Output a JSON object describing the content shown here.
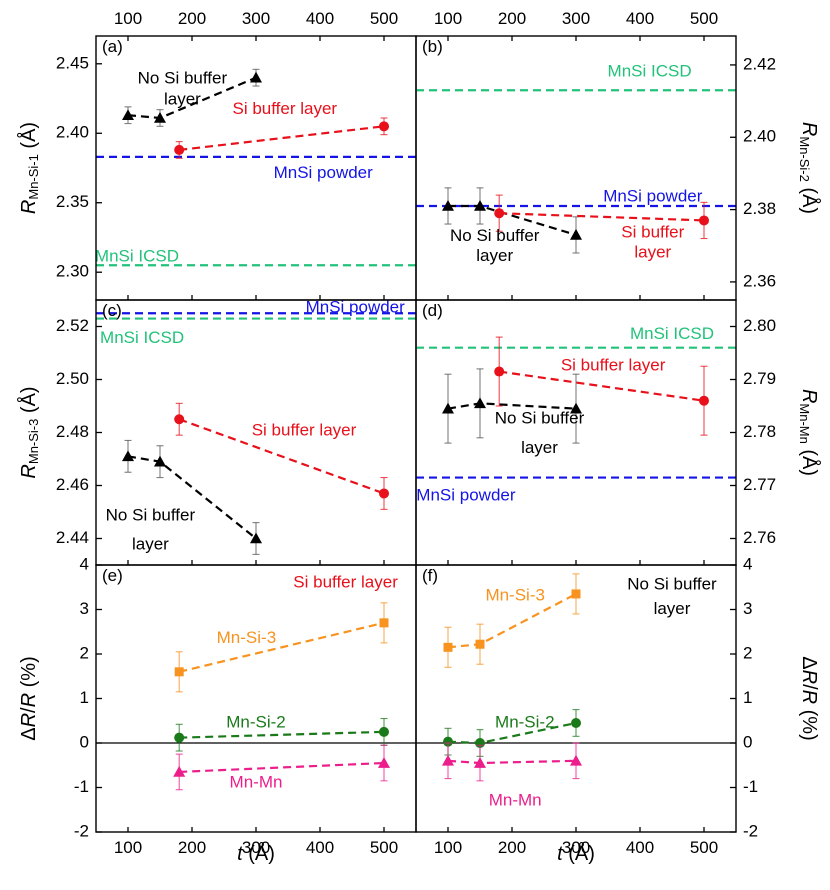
{
  "figure": {
    "top_tick_labels": [
      "100",
      "200",
      "300",
      "400",
      "500"
    ],
    "xlabel_left": "t (Å)",
    "xlabel_right": "t (Å)"
  },
  "colors": {
    "no_buffer": "#000000",
    "si_buffer": "#e8101a",
    "mnsi_powder": "#1414e6",
    "mnsi_icsd": "#22c27a",
    "mn_si_3": "#f7931e",
    "mn_si_2": "#1a7a1a",
    "mn_mn": "#ec1e8c"
  },
  "chart_data": [
    {
      "id": "a",
      "panel_label": "(a)",
      "type": "scatter",
      "ylabel_main": "R",
      "ylabel_sub": "Mn-Si-1",
      "ylabel_unit": "(Å)",
      "xlim": [
        50,
        550
      ],
      "ylim": [
        2.28,
        2.47
      ],
      "yticks": [
        2.3,
        2.35,
        2.4,
        2.45
      ],
      "ytick_labels": [
        "2.30",
        "2.35",
        "2.40",
        "2.45"
      ],
      "hlines": [
        {
          "name": "MnSi powder",
          "y": 2.383,
          "color": "#1414e6"
        },
        {
          "name": "MnSi ICSD",
          "y": 2.305,
          "color": "#22c27a"
        }
      ],
      "series": [
        {
          "name": "No Si buffer layer",
          "marker": "triangle",
          "color": "#000000",
          "x": [
            100,
            150,
            300
          ],
          "y": [
            2.413,
            2.411,
            2.44
          ],
          "err": [
            0.006,
            0.006,
            0.006
          ]
        },
        {
          "name": "Si buffer layer",
          "marker": "circle",
          "color": "#e8101a",
          "x": [
            180,
            500
          ],
          "y": [
            2.388,
            2.405
          ],
          "err": [
            0.006,
            0.006
          ]
        }
      ],
      "annotations": [
        {
          "text": "No Si buffer",
          "color": "#000000",
          "x": 185,
          "y": 2.439
        },
        {
          "text": "layer",
          "color": "#000000",
          "x": 185,
          "y": 2.424
        },
        {
          "text": "Si buffer layer",
          "color": "#e8101a",
          "x": 345,
          "y": 2.417
        },
        {
          "text": "MnSi powder",
          "color": "#1414e6",
          "x": 405,
          "y": 2.371
        },
        {
          "text": "MnSi ICSD",
          "color": "#22c27a",
          "x": 114,
          "y": 2.311
        }
      ]
    },
    {
      "id": "b",
      "panel_label": "(b)",
      "type": "scatter",
      "ylabel_main": "R",
      "ylabel_sub": "Mn-Si-2",
      "ylabel_unit": "(Å)",
      "xlim": [
        50,
        550
      ],
      "ylim": [
        2.355,
        2.428
      ],
      "yticks": [
        2.36,
        2.38,
        2.4,
        2.42
      ],
      "ytick_labels": [
        "2.36",
        "2.38",
        "2.40",
        "2.42"
      ],
      "hlines": [
        {
          "name": "MnSi powder",
          "y": 2.381,
          "color": "#1414e6"
        },
        {
          "name": "MnSi ICSD",
          "y": 2.413,
          "color": "#22c27a"
        }
      ],
      "series": [
        {
          "name": "No Si buffer layer",
          "marker": "triangle",
          "color": "#000000",
          "x": [
            100,
            150,
            300
          ],
          "y": [
            2.381,
            2.381,
            2.373
          ],
          "err": [
            0.005,
            0.005,
            0.005
          ]
        },
        {
          "name": "Si buffer layer",
          "marker": "circle",
          "color": "#e8101a",
          "x": [
            180,
            500
          ],
          "y": [
            2.379,
            2.377
          ],
          "err": [
            0.005,
            0.005
          ]
        }
      ],
      "annotations": [
        {
          "text": "MnSi ICSD",
          "color": "#22c27a",
          "x": 415,
          "y": 2.418
        },
        {
          "text": "MnSi powder",
          "color": "#1414e6",
          "x": 420,
          "y": 2.3835
        },
        {
          "text": "No Si buffer",
          "color": "#000000",
          "x": 173,
          "y": 2.3725
        },
        {
          "text": "layer",
          "color": "#000000",
          "x": 173,
          "y": 2.367
        },
        {
          "text": "Si buffer",
          "color": "#e8101a",
          "x": 420,
          "y": 2.3735
        },
        {
          "text": "layer",
          "color": "#e8101a",
          "x": 420,
          "y": 2.368
        }
      ]
    },
    {
      "id": "c",
      "panel_label": "(c)",
      "type": "scatter",
      "ylabel_main": "R",
      "ylabel_sub": "Mn-Si-3",
      "ylabel_unit": "(Å)",
      "xlim": [
        50,
        550
      ],
      "ylim": [
        2.43,
        2.53
      ],
      "yticks": [
        2.44,
        2.46,
        2.48,
        2.5,
        2.52
      ],
      "ytick_labels": [
        "2.44",
        "2.46",
        "2.48",
        "2.50",
        "2.52"
      ],
      "hlines": [
        {
          "name": "MnSi powder",
          "y": 2.525,
          "color": "#1414e6"
        },
        {
          "name": "MnSi ICSD",
          "y": 2.523,
          "color": "#22c27a"
        }
      ],
      "series": [
        {
          "name": "No Si buffer layer",
          "marker": "triangle",
          "color": "#000000",
          "x": [
            100,
            150,
            300
          ],
          "y": [
            2.471,
            2.469,
            2.44
          ],
          "err": [
            0.006,
            0.006,
            0.006
          ]
        },
        {
          "name": "Si buffer layer",
          "marker": "circle",
          "color": "#e8101a",
          "x": [
            180,
            500
          ],
          "y": [
            2.485,
            2.457
          ],
          "err": [
            0.006,
            0.006
          ]
        }
      ],
      "annotations": [
        {
          "text": "MnSi powder",
          "color": "#1414e6",
          "x": 455,
          "y": 2.527
        },
        {
          "text": "MnSi ICSD",
          "color": "#22c27a",
          "x": 122,
          "y": 2.5155
        },
        {
          "text": "Si buffer layer",
          "color": "#e8101a",
          "x": 375,
          "y": 2.4805
        },
        {
          "text": "No Si buffer",
          "color": "#000000",
          "x": 135,
          "y": 2.4485
        },
        {
          "text": "layer",
          "color": "#000000",
          "x": 135,
          "y": 2.4375
        }
      ]
    },
    {
      "id": "d",
      "panel_label": "(d)",
      "type": "scatter",
      "ylabel_main": "R",
      "ylabel_sub": "Mn-Mn",
      "ylabel_unit": "(Å)",
      "xlim": [
        50,
        550
      ],
      "ylim": [
        2.755,
        2.805
      ],
      "yticks": [
        2.76,
        2.77,
        2.78,
        2.79,
        2.8
      ],
      "ytick_labels": [
        "2.76",
        "2.77",
        "2.78",
        "2.79",
        "2.80"
      ],
      "hlines": [
        {
          "name": "MnSi powder",
          "y": 2.7715,
          "color": "#1414e6"
        },
        {
          "name": "MnSi ICSD",
          "y": 2.796,
          "color": "#22c27a"
        }
      ],
      "series": [
        {
          "name": "No Si buffer layer",
          "marker": "triangle",
          "color": "#000000",
          "x": [
            100,
            150,
            300
          ],
          "y": [
            2.7845,
            2.7855,
            2.7845
          ],
          "err": [
            0.0065,
            0.0065,
            0.0065
          ]
        },
        {
          "name": "Si buffer layer",
          "marker": "circle",
          "color": "#e8101a",
          "x": [
            180,
            500
          ],
          "y": [
            2.7915,
            2.786
          ],
          "err": [
            0.0065,
            0.0065
          ]
        }
      ],
      "annotations": [
        {
          "text": "MnSi ICSD",
          "color": "#22c27a",
          "x": 450,
          "y": 2.7985
        },
        {
          "text": "Si buffer layer",
          "color": "#e8101a",
          "x": 358,
          "y": 2.7925
        },
        {
          "text": "No Si buffer",
          "color": "#000000",
          "x": 243,
          "y": 2.7825
        },
        {
          "text": "layer",
          "color": "#000000",
          "x": 243,
          "y": 2.777
        },
        {
          "text": "MnSi powder",
          "color": "#1414e6",
          "x": 128,
          "y": 2.768
        }
      ]
    },
    {
      "id": "e",
      "panel_label": "(e)",
      "type": "scatter",
      "ylabel_main": "ΔR/R",
      "ylabel_unit": "(%)",
      "xlim": [
        50,
        550
      ],
      "xticks": [
        100,
        200,
        300,
        400,
        500
      ],
      "xtick_labels": [
        "100",
        "200",
        "300",
        "400",
        "500"
      ],
      "ylim": [
        -2,
        4
      ],
      "yticks": [
        -2,
        -1,
        0,
        1,
        2,
        3,
        4
      ],
      "ytick_labels": [
        "-2",
        "-1",
        "0",
        "1",
        "2",
        "3",
        "4"
      ],
      "zero_line": true,
      "series": [
        {
          "name": "Mn-Si-3",
          "marker": "square",
          "color": "#f7931e",
          "x": [
            180,
            500
          ],
          "y": [
            1.6,
            2.7
          ],
          "err": [
            0.45,
            0.45
          ]
        },
        {
          "name": "Mn-Si-2",
          "marker": "circle",
          "color": "#1a7a1a",
          "x": [
            180,
            500
          ],
          "y": [
            0.12,
            0.25
          ],
          "err": [
            0.3,
            0.3
          ]
        },
        {
          "name": "Mn-Mn",
          "marker": "triangle",
          "color": "#ec1e8c",
          "x": [
            180,
            500
          ],
          "y": [
            -0.65,
            -0.45
          ],
          "err": [
            0.4,
            0.4
          ]
        }
      ],
      "annotations": [
        {
          "text": "Si buffer layer",
          "color": "#e8101a",
          "x": 440,
          "y": 3.6
        },
        {
          "text": "Mn-Si-3",
          "color": "#f7931e",
          "x": 285,
          "y": 2.35
        },
        {
          "text": "Mn-Si-2",
          "color": "#1a7a1a",
          "x": 300,
          "y": 0.45
        },
        {
          "text": "Mn-Mn",
          "color": "#ec1e8c",
          "x": 300,
          "y": -0.9
        }
      ]
    },
    {
      "id": "f",
      "panel_label": "(f)",
      "type": "scatter",
      "ylabel_main": "ΔR/R",
      "ylabel_unit": "(%)",
      "xlim": [
        50,
        550
      ],
      "xticks": [
        100,
        200,
        300,
        400,
        500
      ],
      "xtick_labels": [
        "100",
        "200",
        "300",
        "400",
        "500"
      ],
      "ylim": [
        -2,
        4
      ],
      "yticks": [
        -2,
        -1,
        0,
        1,
        2,
        3,
        4
      ],
      "ytick_labels": [
        "-2",
        "-1",
        "0",
        "1",
        "2",
        "3",
        "4"
      ],
      "zero_line": true,
      "series": [
        {
          "name": "Mn-Si-3",
          "marker": "square",
          "color": "#f7931e",
          "x": [
            100,
            150,
            300
          ],
          "y": [
            2.15,
            2.22,
            3.35
          ],
          "err": [
            0.45,
            0.45,
            0.45
          ]
        },
        {
          "name": "Mn-Si-2",
          "marker": "circle",
          "color": "#1a7a1a",
          "x": [
            100,
            150,
            300
          ],
          "y": [
            0.03,
            0.0,
            0.45
          ],
          "err": [
            0.3,
            0.3,
            0.3
          ]
        },
        {
          "name": "Mn-Mn",
          "marker": "triangle",
          "color": "#ec1e8c",
          "x": [
            100,
            150,
            300
          ],
          "y": [
            -0.4,
            -0.45,
            -0.4
          ],
          "err": [
            0.4,
            0.4,
            0.4
          ]
        }
      ],
      "annotations": [
        {
          "text": "No Si buffer",
          "color": "#000000",
          "x": 450,
          "y": 3.55
        },
        {
          "text": "layer",
          "color": "#000000",
          "x": 450,
          "y": 3.0
        },
        {
          "text": "Mn-Si-3",
          "color": "#f7931e",
          "x": 205,
          "y": 3.3
        },
        {
          "text": "Mn-Si-2",
          "color": "#1a7a1a",
          "x": 220,
          "y": 0.45
        },
        {
          "text": "Mn-Mn",
          "color": "#ec1e8c",
          "x": 205,
          "y": -1.3
        }
      ]
    }
  ]
}
